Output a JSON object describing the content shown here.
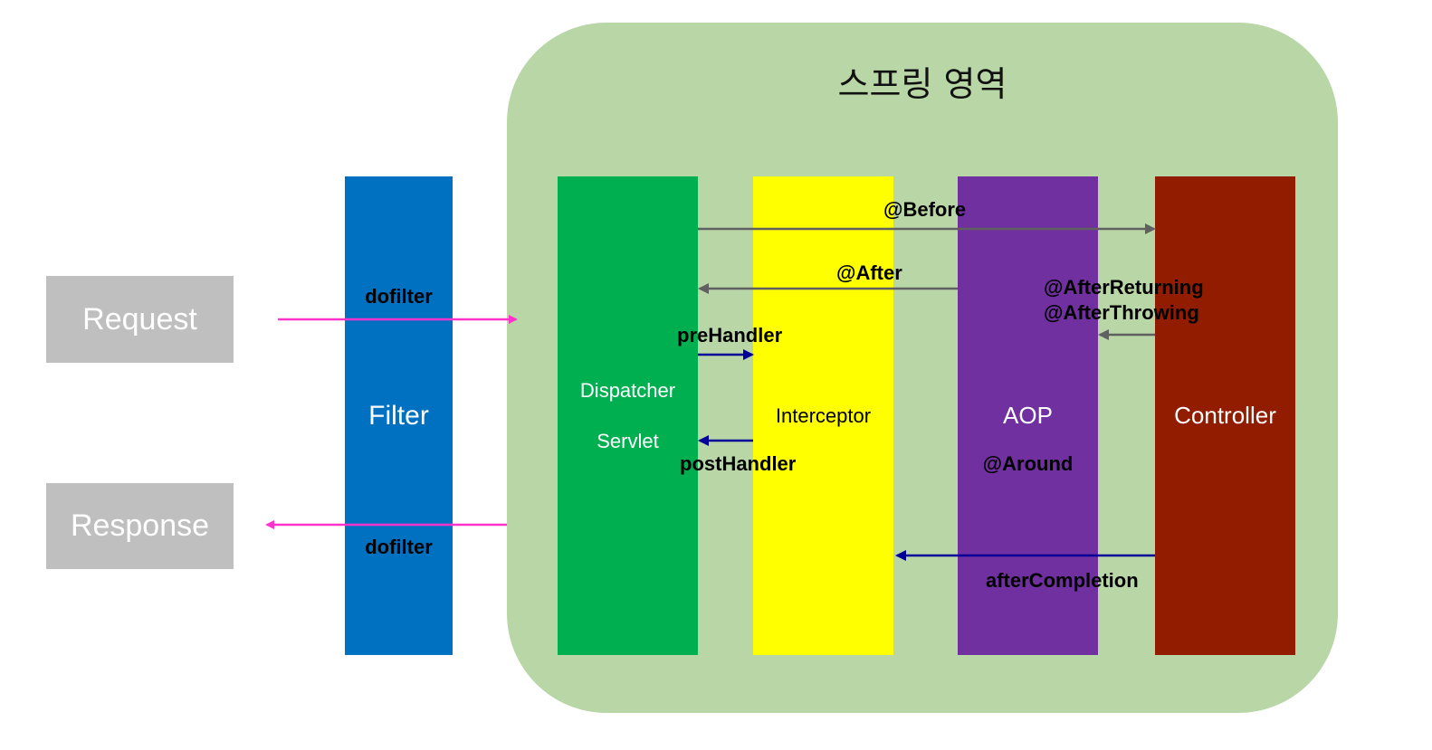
{
  "title": "스프링 영역",
  "clients": {
    "request": "Request",
    "response": "Response"
  },
  "components": {
    "filter": "Filter",
    "dispatcher_line1": "Dispatcher",
    "dispatcher_line2": "Servlet",
    "interceptor": "Interceptor",
    "aop": "AOP",
    "controller": "Controller"
  },
  "labels": {
    "dofilter_in": "dofilter",
    "dofilter_out": "dofilter",
    "before": "@Before",
    "after": "@After",
    "after_returning": "@AfterReturning",
    "after_throwing": "@AfterThrowing",
    "pre_handler": "preHandler",
    "post_handler": "postHandler",
    "around": "@Around",
    "after_completion": "afterCompletion"
  },
  "colors": {
    "region": "#b8d6a6",
    "client": "#bfbfbf",
    "filter": "#0070c0",
    "dispatcher": "#00b050",
    "interceptor": "#ffff00",
    "aop": "#7030a0",
    "controller": "#921c00",
    "request_arrow": "#ff33cc",
    "aop_arrow": "#606060",
    "handler_arrow": "#000099"
  }
}
